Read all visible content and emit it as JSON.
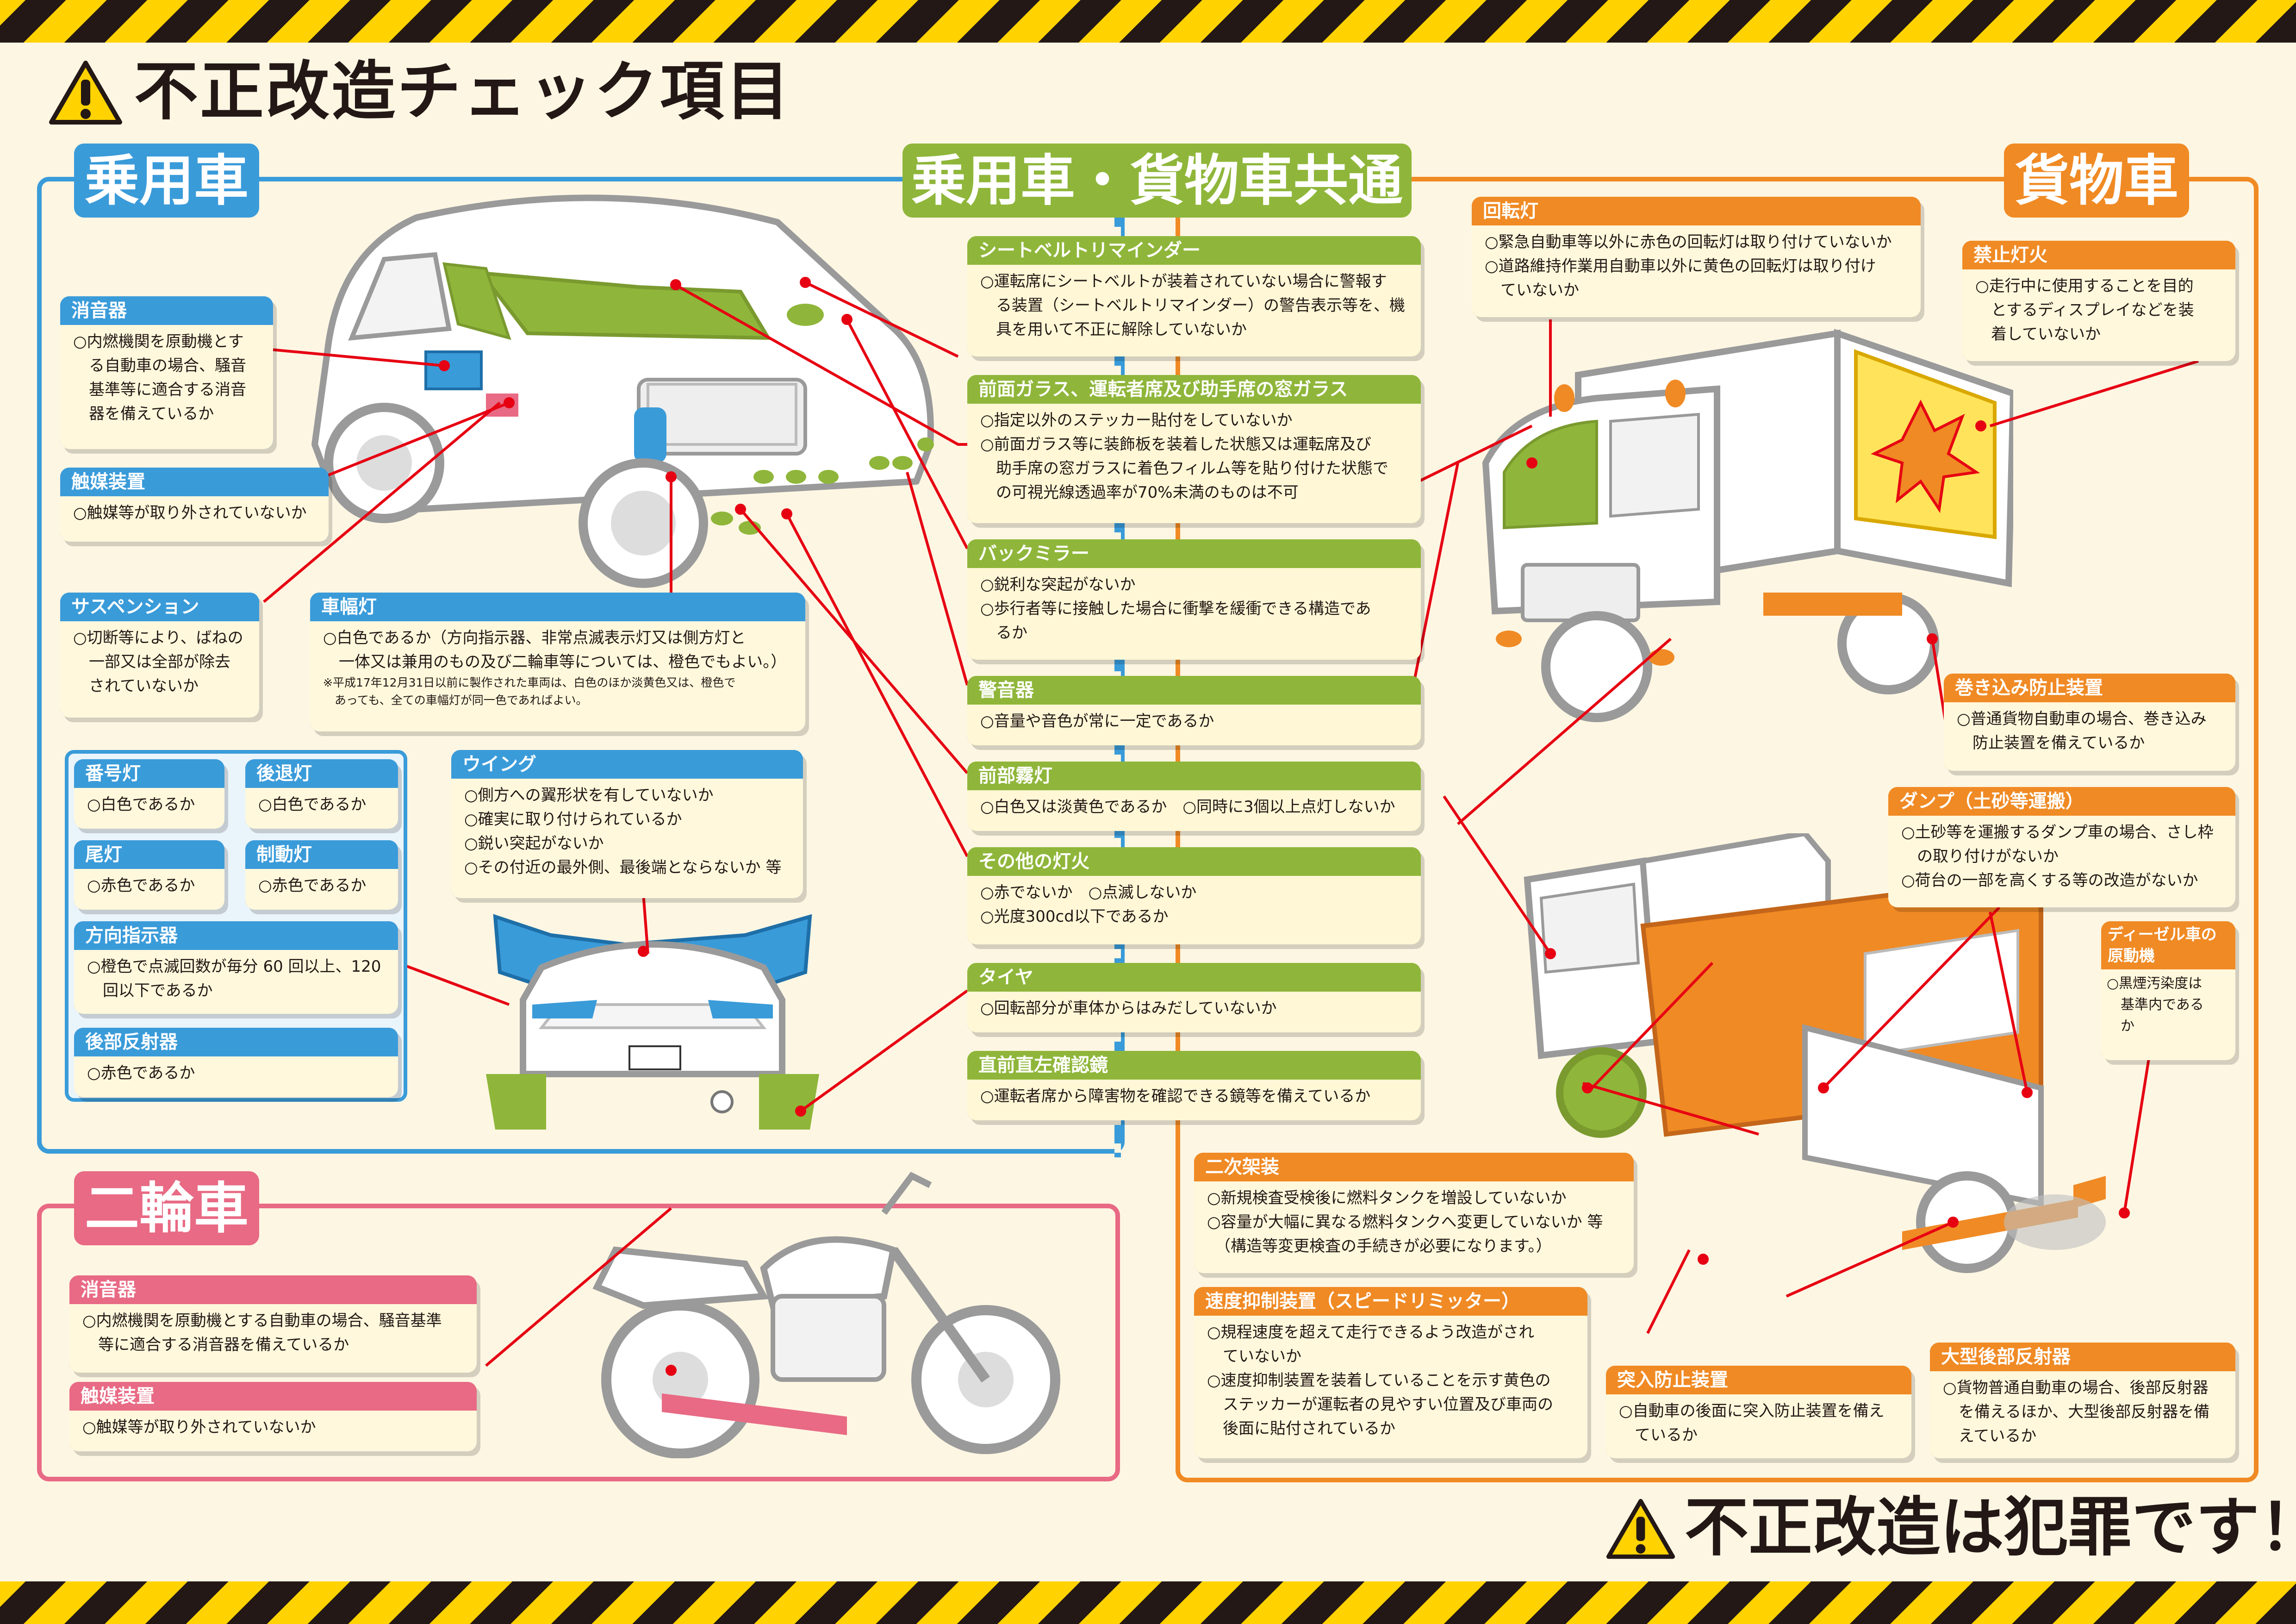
{
  "page": {
    "title": "不正改造チェック項目",
    "bottom_message": "不正改造は犯罪です！"
  },
  "sections": {
    "passenger": "乗用車",
    "common": "乗用車・貨物車共通",
    "truck": "貨物車",
    "motorcycle": "二輪車"
  },
  "colors": {
    "passenger": "#3a9bd9",
    "common": "#8fb63a",
    "truck": "#f08a24",
    "motorcycle": "#e86a84",
    "caution_yellow": "#ffd200",
    "line_red": "#e60012"
  },
  "passenger_boxes": [
    {
      "title": "消音器",
      "lines": [
        "○内燃機関を原動機とす",
        "　る自動車の場合、騒音",
        "　基準等に適合する消音",
        "　器を備えているか"
      ]
    },
    {
      "title": "触媒装置",
      "lines": [
        "○触媒等が取り外されていないか"
      ]
    },
    {
      "title": "サスペンション",
      "lines": [
        "○切断等により、ばねの",
        "　一部又は全部が除去",
        "　されていないか"
      ]
    },
    {
      "title": "車幅灯",
      "lines": [
        "○白色であるか（方向指示器、非常点滅表示灯又は側方灯と",
        "　一体又は兼用のもの及び二輪車等については、橙色でもよい。）"
      ],
      "note": [
        "※平成17年12月31日以前に製作された車両は、白色のほか淡黄色又は、橙色で",
        "　あっても、全ての車幅灯が同一色であればよい。"
      ]
    },
    {
      "title": "番号灯",
      "lines": [
        "○白色であるか"
      ]
    },
    {
      "title": "後退灯",
      "lines": [
        "○白色であるか"
      ]
    },
    {
      "title": "尾灯",
      "lines": [
        "○赤色であるか"
      ]
    },
    {
      "title": "制動灯",
      "lines": [
        "○赤色であるか"
      ]
    },
    {
      "title": "方向指示器",
      "lines": [
        "○橙色で点滅回数が毎分 60 回以上、120",
        "　回以下であるか"
      ]
    },
    {
      "title": "後部反射器",
      "lines": [
        "○赤色であるか"
      ]
    },
    {
      "title": "ウイング",
      "lines": [
        "○側方への翼形状を有していないか",
        "○確実に取り付けられているか",
        "○鋭い突起がないか",
        "○その付近の最外側、最後端とならないか 等"
      ]
    }
  ],
  "common_boxes": [
    {
      "title": "シートベルトリマインダー",
      "lines": [
        "○運転席にシートベルトが装着されていない場合に警報す",
        "　る装置（シートベルトリマインダー）の警告表示等を、機",
        "　具を用いて不正に解除していないか"
      ]
    },
    {
      "title": "前面ガラス、運転者席及び助手席の窓ガラス",
      "lines": [
        "○指定以外のステッカー貼付をしていないか",
        "○前面ガラス等に装飾板を装着した状態又は運転席及び",
        "　助手席の窓ガラスに着色フィルム等を貼り付けた状態で",
        "　の可視光線透過率が70%未満のものは不可"
      ]
    },
    {
      "title": "バックミラー",
      "lines": [
        "○鋭利な突起がないか",
        "○歩行者等に接触した場合に衝撃を緩衝できる構造であ",
        "　るか"
      ]
    },
    {
      "title": "警音器",
      "lines": [
        "○音量や音色が常に一定であるか"
      ]
    },
    {
      "title": "前部霧灯",
      "lines": [
        "○白色又は淡黄色であるか　○同時に3個以上点灯しないか"
      ]
    },
    {
      "title": "その他の灯火",
      "lines": [
        "○赤でないか　○点滅しないか",
        "○光度300cd以下であるか"
      ]
    },
    {
      "title": "タイヤ",
      "lines": [
        "○回転部分が車体からはみだしていないか"
      ]
    },
    {
      "title": "直前直左確認鏡",
      "lines": [
        "○運転者席から障害物を確認できる鏡等を備えているか"
      ]
    }
  ],
  "truck_boxes": [
    {
      "title": "回転灯",
      "lines": [
        "○緊急自動車等以外に赤色の回転灯は取り付けていないか",
        "○道路維持作業用自動車以外に黄色の回転灯は取り付け",
        "　ていないか"
      ]
    },
    {
      "title": "禁止灯火",
      "lines": [
        "○走行中に使用することを目的",
        "　とするディスプレイなどを装",
        "　着していないか"
      ]
    },
    {
      "title": "巻き込み防止装置",
      "lines": [
        "○普通貨物自動車の場合、巻き込み",
        "　防止装置を備えているか"
      ]
    },
    {
      "title": "ダンプ（土砂等運搬）",
      "lines": [
        "○土砂等を運搬するダンプ車の場合、さし枠",
        "　の取り付けがないか",
        "○荷台の一部を高くする等の改造がないか"
      ]
    },
    {
      "title": "ディーゼル車の原動機",
      "lines": [
        "○黒煙汚染度は",
        "　基準内である",
        "　か"
      ]
    },
    {
      "title": "二次架装",
      "lines": [
        "○新規検査受検後に燃料タンクを増設していないか",
        "○容量が大幅に異なる燃料タンクへ変更していないか 等",
        "　（構造等変更検査の手続きが必要になります。）"
      ]
    },
    {
      "title": "速度抑制装置（スピードリミッター）",
      "lines": [
        "○規程速度を超えて走行できるよう改造がされ",
        "　ていないか",
        "○速度抑制装置を装着していることを示す黄色の",
        "　ステッカーが運転者の見やすい位置及び車両の",
        "　後面に貼付されているか"
      ]
    },
    {
      "title": "突入防止装置",
      "lines": [
        "○自動車の後面に突入防止装置を備え",
        "　ているか"
      ]
    },
    {
      "title": "大型後部反射器",
      "lines": [
        "○貨物普通自動車の場合、後部反射器",
        "　を備えるほか、大型後部反射器を備",
        "　えているか"
      ]
    }
  ],
  "motorcycle_boxes": [
    {
      "title": "消音器",
      "lines": [
        "○内燃機関を原動機とする自動車の場合、騒音基準",
        "　等に適合する消音器を備えているか"
      ]
    },
    {
      "title": "触媒装置",
      "lines": [
        "○触媒等が取り外されていないか"
      ]
    }
  ],
  "illustrations": {
    "car_front": "passenger-car-icon",
    "car_rear": "car-rear-icon",
    "truck_box": "box-truck-icon",
    "truck_dump": "dump-truck-icon",
    "motorcycle": "motorcycle-icon",
    "warning": "warning-icon"
  }
}
